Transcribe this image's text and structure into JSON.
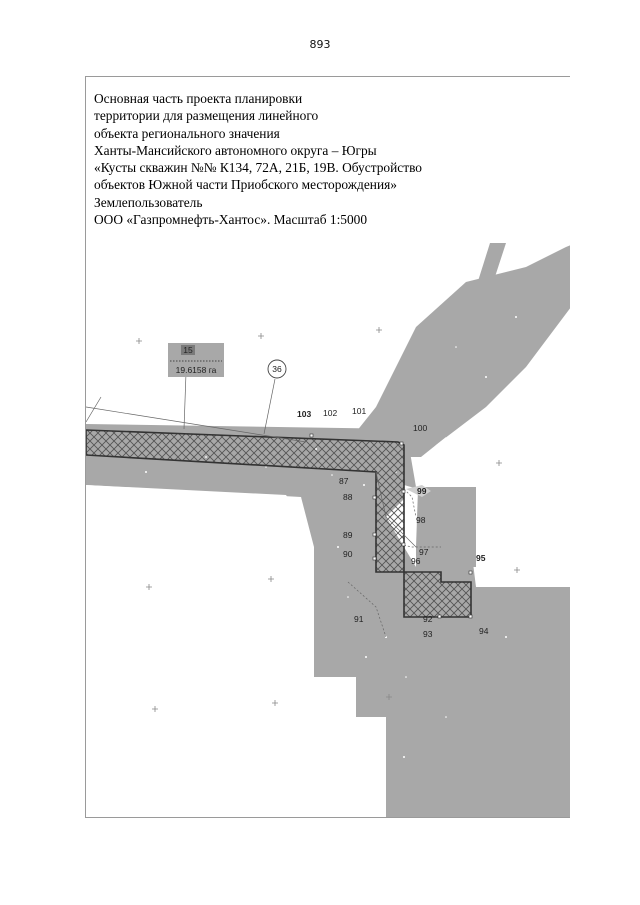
{
  "page_number": "893",
  "title_lines": [
    "Основная часть проекта планировки",
    "территории для размещения линейного",
    "объекта регионального значения",
    "Ханты-Мансийского автономного округа – Югры",
    "«Кусты скважин №№ К134, 72А, 21Б, 19В. Обустройство",
    "объектов Южной части Приобского месторождения»",
    "Землепользователь",
    "ООО «Газпромнефть-Хантос». Масштаб 1:5000"
  ],
  "parcel": {
    "number": "15",
    "area": "19.6158 га",
    "callout": "36"
  },
  "point_labels": [
    "103",
    "102",
    "101",
    "100",
    "99",
    "98",
    "97",
    "96",
    "95",
    "94",
    "93",
    "92",
    "91",
    "90",
    "89",
    "88",
    "87"
  ],
  "colors": {
    "fill_gray": "#a8a8a8",
    "hatch": "#555555",
    "outline": "#333333"
  }
}
